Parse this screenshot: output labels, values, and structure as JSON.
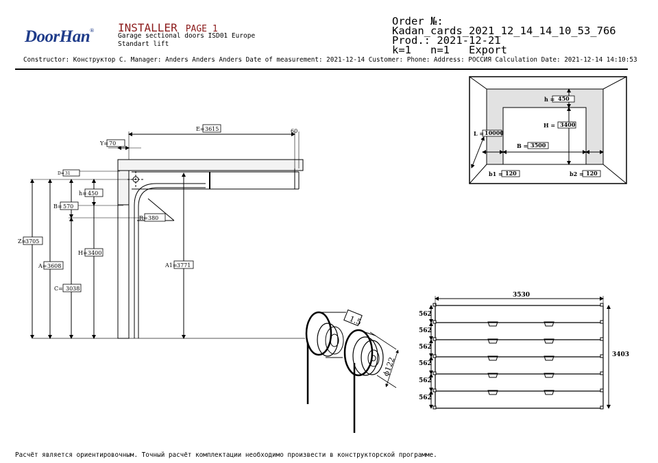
{
  "header": {
    "logo": "DoorHan",
    "title": "INSTALLER",
    "page": "PAGE 1",
    "subtitle_1": "Garage sectional doors ISD01 Europe",
    "subtitle_2": "Standart lift",
    "order_label": "Order №:",
    "order_id": "Kadan_cards_2021_12_14_14_10_53_766",
    "prod": "Prod.: 2021-12-21",
    "kn": "k=1   n=1   Export"
  },
  "info_line": "Constructor: Конструктор С. Manager: Anders Anders Anders  Date of measurement: 2021-12-14 Customer:  Phone:  Address: РОССИЯ Calculation Date: 2021-12-14 14:10:53",
  "side_view": {
    "E_label": "E=",
    "E": "3615",
    "e_right": "60",
    "Y_label": "Y=",
    "Y": "70",
    "D_label": "D=",
    "D": "31",
    "h_label": "h=",
    "h": "450",
    "B_label": "B=",
    "B": "570",
    "R_label": "R=",
    "R": "380",
    "Z_label": "Z=",
    "Z": "3705",
    "H_label": "H=",
    "H": "3400",
    "A_label": "A=",
    "A": "3608",
    "A1_label": "A1=",
    "A1": "3771",
    "C_label": "C=",
    "C": "3038"
  },
  "opening_view": {
    "h_label": "h =",
    "h": "450",
    "H_label": "H =",
    "H": "3400",
    "L_label": "L =",
    "L": "10000",
    "B_label": "B =",
    "B": "3500",
    "b1_label": "b1 =",
    "b1": "120",
    "b2_label": "b2 =",
    "b2": "120"
  },
  "drum": {
    "gauge": "1.5",
    "diameter": "ϕ122"
  },
  "panels": {
    "width": "3530",
    "height": "3403",
    "sections": [
      "562",
      "562",
      "562",
      "562",
      "562",
      "562"
    ]
  },
  "footer": "Расчёт является ориентировочным. Точный расчёт комплектации необходимо произвести в конструкторской программе."
}
